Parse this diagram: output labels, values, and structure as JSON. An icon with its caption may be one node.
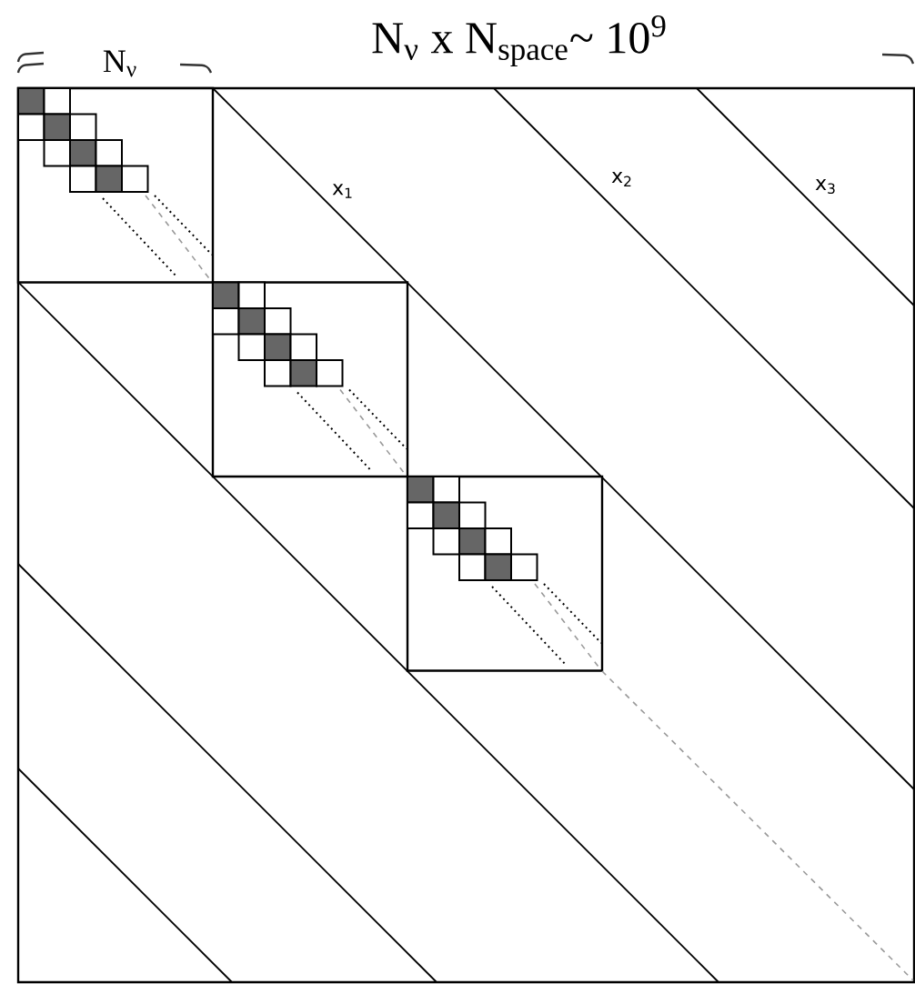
{
  "diagram": {
    "title": "N$_{ν}$ x N$_{space}$~ 10$^{9}$",
    "labels": [
      "N$_{ν}$",
      "x$_{1}$",
      "x$_{2}$",
      "x$_{3}$"
    ]
  }
}
